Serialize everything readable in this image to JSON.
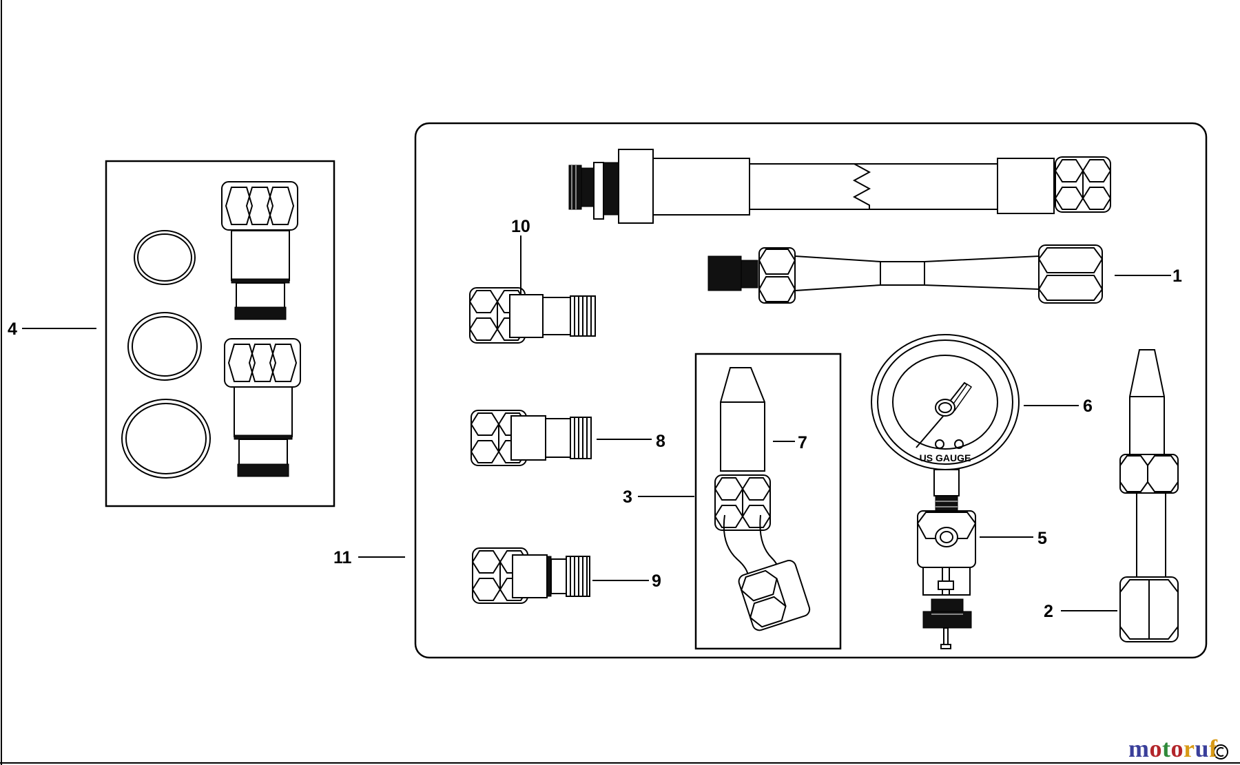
{
  "diagram": {
    "gauge_label": "US GAUGE",
    "callouts": [
      {
        "id": "4",
        "label": "4"
      },
      {
        "id": "10",
        "label": "10"
      },
      {
        "id": "1",
        "label": "1"
      },
      {
        "id": "8",
        "label": "8"
      },
      {
        "id": "7",
        "label": "7"
      },
      {
        "id": "6",
        "label": "6"
      },
      {
        "id": "3",
        "label": "3"
      },
      {
        "id": "5",
        "label": "5"
      },
      {
        "id": "11",
        "label": "11"
      },
      {
        "id": "9",
        "label": "9"
      },
      {
        "id": "2",
        "label": "2"
      }
    ]
  },
  "watermark": {
    "text": "motoruf",
    "colors": [
      "#3a3f9a",
      "#b3262b",
      "#2f8a3a",
      "#d89a16"
    ]
  }
}
